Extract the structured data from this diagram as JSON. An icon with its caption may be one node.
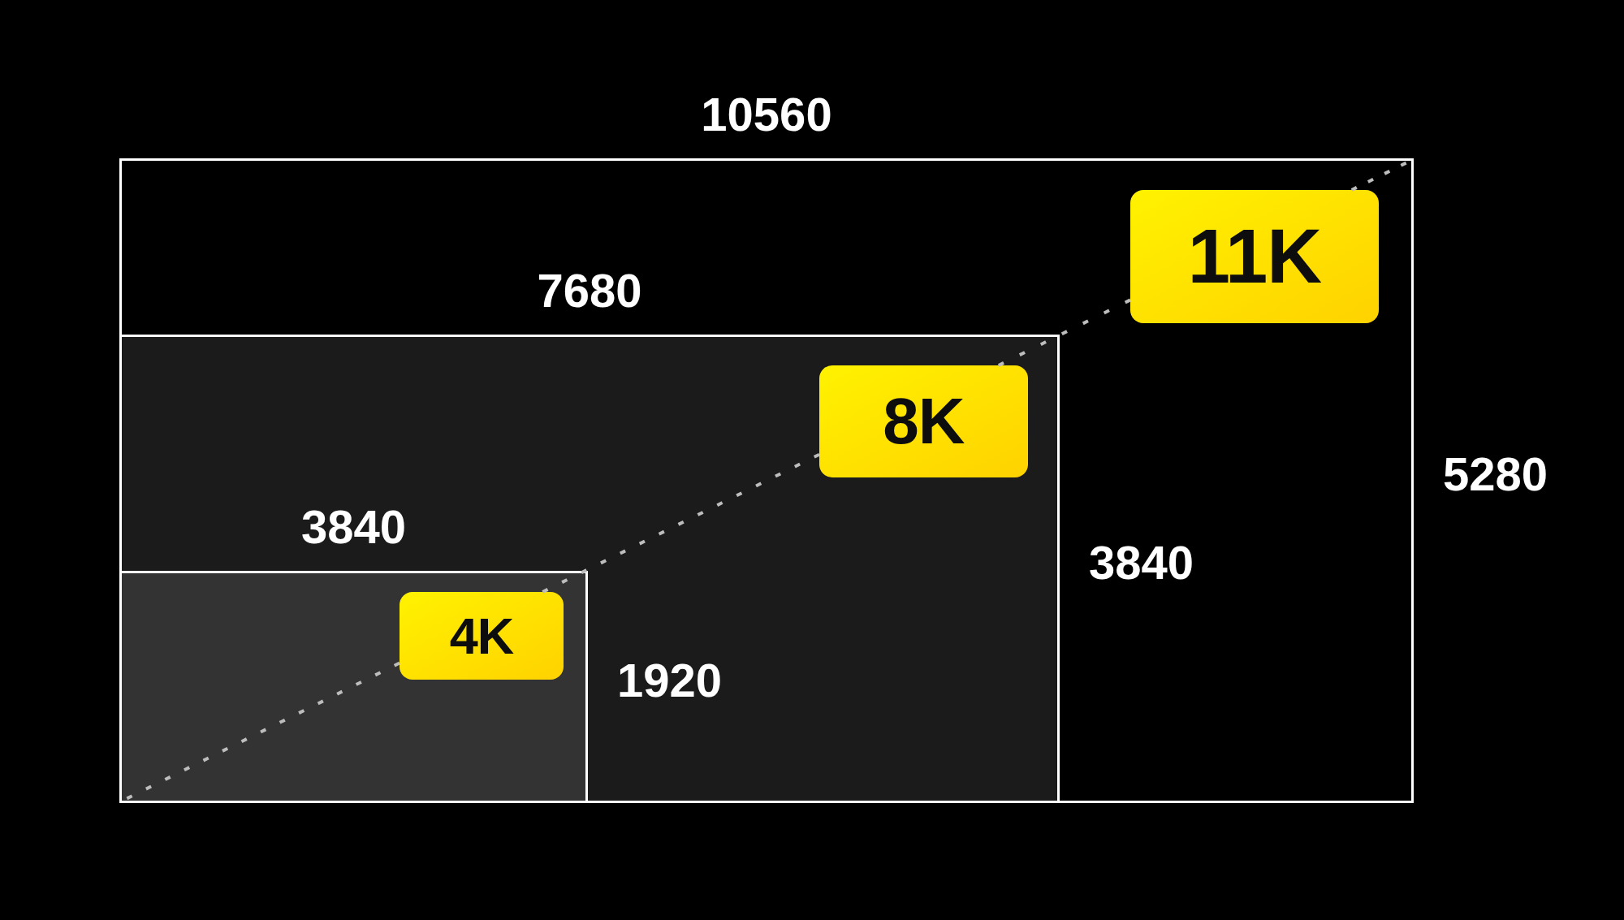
{
  "diagram": {
    "nodes": [
      {
        "text": [],
        "shape": "box",
        "beside": [
          "10560",
          "5280"
        ]
      },
      {
        "text": [
          "11K"
        ],
        "in": 0
      },
      {
        "text": [],
        "shape": "box",
        "in": 0,
        "beside": [
          "7680",
          "3840"
        ]
      },
      {
        "text": [
          "8K"
        ],
        "in": 2
      },
      {
        "text": [],
        "shape": "box",
        "in": 2,
        "beside": [
          "3840",
          "1920"
        ]
      },
      {
        "text": [
          "4K"
        ],
        "in": 4
      }
    ],
    "edges": [
      {
        "from": null,
        "to": 5,
        "arrow": "none",
        "style": "dashed"
      },
      {
        "from": 5,
        "to": 3,
        "arrow": "none",
        "style": "dashed"
      },
      {
        "from": 3,
        "to": 1,
        "arrow": "none",
        "style": "dashed"
      },
      {
        "from": 1,
        "to": null,
        "arrow": "none",
        "style": "dashed"
      }
    ]
  }
}
